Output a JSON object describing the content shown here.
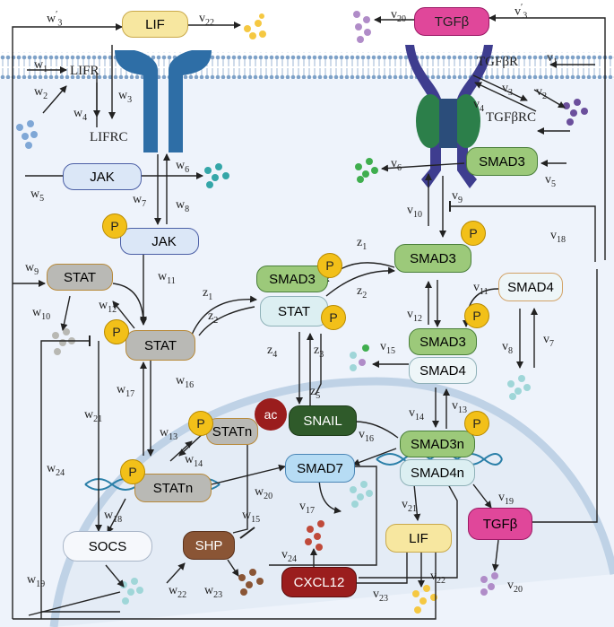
{
  "nodes": {
    "lif_top": "LIF",
    "tgfb_top": "TGFβ",
    "lifr": "LIFR",
    "lifrc": "LIFRC",
    "tgfbr": "TGFβR",
    "tgfbrc": "TGFβRC",
    "jak": "JAK",
    "jak_p": "JAK",
    "smad3_mem": "SMAD3",
    "stat_top": "STAT",
    "smad3_cyto": "SMAD3",
    "smad3_complex": "SMAD3",
    "stat_complex": "STAT",
    "smad4": "SMAD4",
    "smad3_b": "SMAD3",
    "smad4_b": "SMAD4",
    "stat_p": "STAT",
    "statn_1": "STATn",
    "ac": "ac",
    "snail": "SNAIL",
    "smad3n": "SMAD3n",
    "smad4n": "SMAD4n",
    "smad7": "SMAD7",
    "statn_2": "STATn",
    "socs": "SOCS",
    "shp": "SHP",
    "lif_bottom": "LIF",
    "tgfb_bottom": "TGFβ",
    "cxcl12": "CXCL12"
  },
  "p_label": "P",
  "labels": {
    "w3p": [
      "w",
      "′3"
    ],
    "v22a": [
      "v",
      "22"
    ],
    "v20a": [
      "v",
      "20"
    ],
    "v3p": [
      "v",
      "′3"
    ],
    "w1": [
      "w",
      "1"
    ],
    "w2": [
      "w",
      "2"
    ],
    "w3": [
      "w",
      "3"
    ],
    "w4": [
      "w",
      "4"
    ],
    "v1": [
      "v",
      "1"
    ],
    "v3": [
      "v",
      "3"
    ],
    "v2": [
      "v",
      "2"
    ],
    "v4": [
      "v",
      "4"
    ],
    "w5": [
      "w",
      "5"
    ],
    "w6": [
      "w",
      "6"
    ],
    "w7": [
      "w",
      "7"
    ],
    "w8": [
      "w",
      "8"
    ],
    "v6": [
      "v",
      "6"
    ],
    "v5": [
      "v",
      "5"
    ],
    "v9": [
      "v",
      "9"
    ],
    "v10": [
      "v",
      "10"
    ],
    "v18": [
      "v",
      "18"
    ],
    "z1a": [
      "z",
      "1"
    ],
    "z2a": [
      "z",
      "2"
    ],
    "z1b": [
      "z",
      "1"
    ],
    "z2b": [
      "z",
      "2"
    ],
    "w9": [
      "w",
      "9"
    ],
    "w10": [
      "w",
      "10"
    ],
    "w11": [
      "w",
      "11"
    ],
    "w12": [
      "w",
      "12"
    ],
    "v11": [
      "v",
      "11"
    ],
    "v12": [
      "v",
      "12"
    ],
    "v8": [
      "v",
      "8"
    ],
    "v7": [
      "v",
      "7"
    ],
    "v15": [
      "v",
      "15"
    ],
    "z4": [
      "z",
      "4"
    ],
    "z3": [
      "z",
      "3"
    ],
    "z5": [
      "z",
      "5"
    ],
    "w17": [
      "w",
      "17"
    ],
    "w16": [
      "w",
      "16"
    ],
    "w21": [
      "w",
      "21"
    ],
    "w13": [
      "w",
      "13"
    ],
    "w14": [
      "w",
      "14"
    ],
    "v14": [
      "v",
      "14"
    ],
    "v13": [
      "v",
      "13"
    ],
    "v16": [
      "v",
      "16"
    ],
    "w24": [
      "w",
      "24"
    ],
    "w20": [
      "w",
      "20"
    ],
    "w15": [
      "w",
      "15"
    ],
    "w18": [
      "w",
      "18"
    ],
    "v17": [
      "v",
      "17"
    ],
    "v19": [
      "v",
      "19"
    ],
    "v21": [
      "v",
      "21"
    ],
    "w19": [
      "w",
      "19"
    ],
    "w22": [
      "w",
      "22"
    ],
    "w23": [
      "w",
      "23"
    ],
    "v24": [
      "v",
      "24"
    ],
    "v22b": [
      "v",
      "22"
    ],
    "v23": [
      "v",
      "23"
    ],
    "v20b": [
      "v",
      "20"
    ]
  },
  "colors": {
    "yellow": "#f7e7a0",
    "magenta": "#e0479a",
    "green": "#9cc97a",
    "blue_light": "#dbe7f7",
    "grey": "#b9b9b5",
    "dark_green": "#2f5a2a",
    "dark_red": "#9a1d1d",
    "brown": "#8a5535",
    "smad7": "#b6dcf4",
    "cell": "#eef3fb"
  }
}
